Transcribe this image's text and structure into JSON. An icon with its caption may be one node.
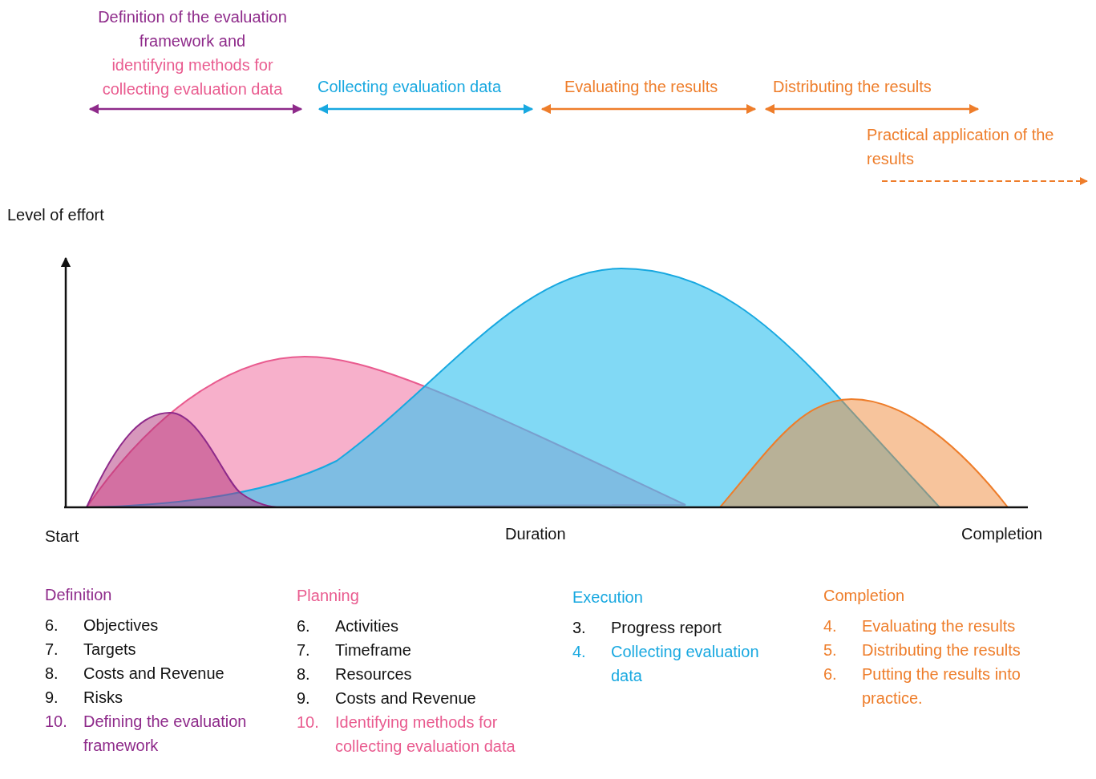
{
  "diagram": {
    "labels": [
      "Definition of the evaluation framework and",
      "identifying methods for collecting evaluation data",
      "Collecting evaluation data",
      "Evaluating the results",
      "Distributing the results",
      "Practical application of the results",
      "Level of effort",
      "Start",
      "Duration",
      "Completion",
      "Definition",
      "6.",
      "Objectives",
      "7.",
      "Targets",
      "8.",
      "Costs and Revenue",
      "9.",
      "Risks",
      "10.",
      "Defining the evaluation framework",
      "Planning",
      "6.",
      "Activities",
      "7.",
      "Timeframe",
      "8.",
      "Resources",
      "9.",
      "Costs and Revenue",
      "10.",
      "Identifying methods for collecting evaluation data",
      "Execution",
      "3.",
      "Progress report",
      "4.",
      "Collecting evaluation data",
      "Completion",
      "4.",
      "Evaluating the results",
      "5.",
      "Distributing the results",
      "6.",
      "Putting the results into practice."
    ]
  }
}
